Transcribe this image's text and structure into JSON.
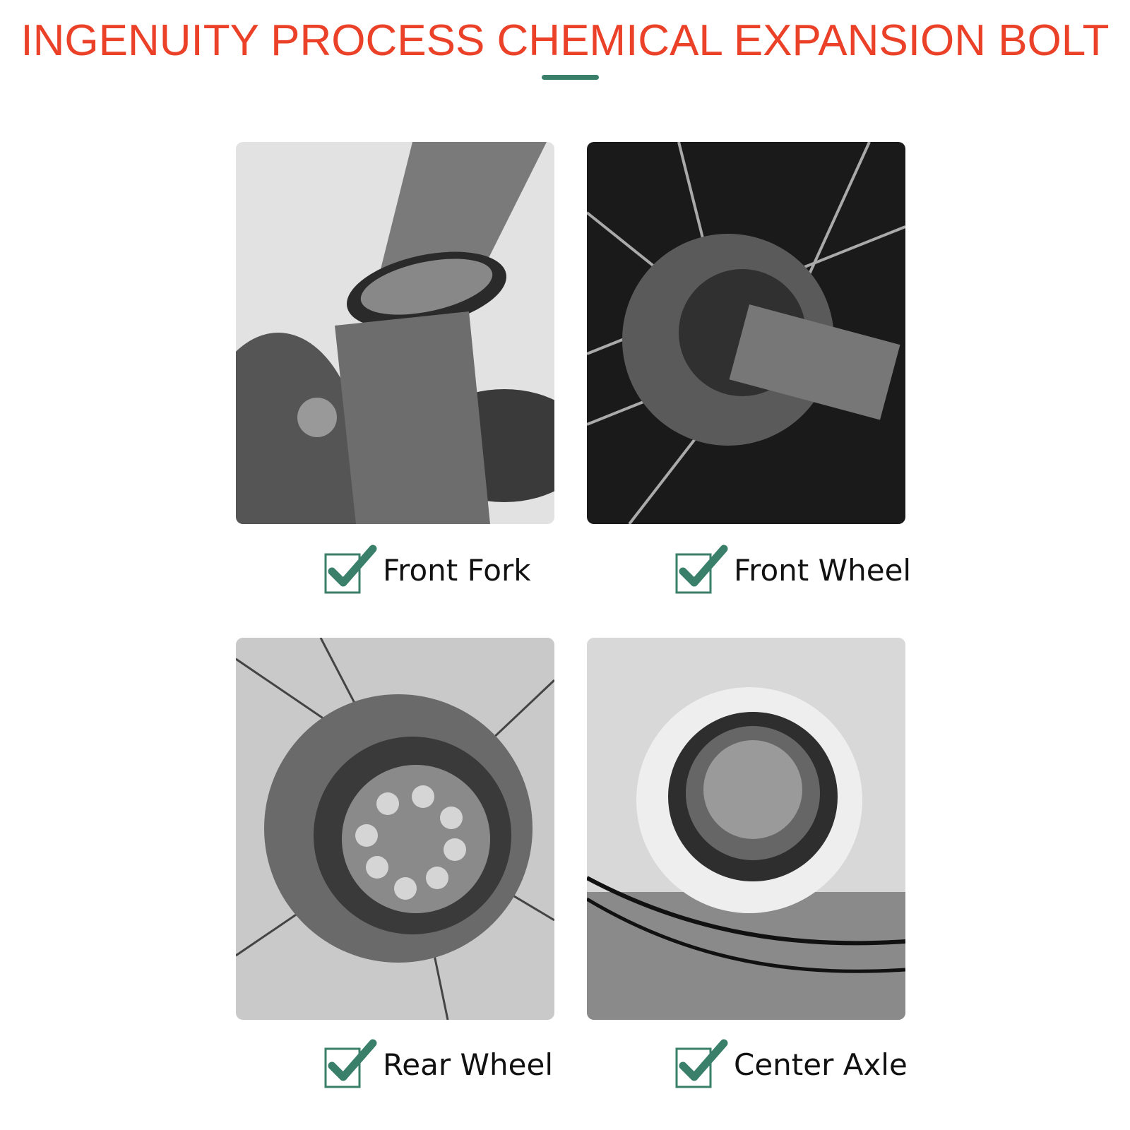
{
  "title": "INGENUITY PROCESS CHEMICAL EXPANSION BOLT",
  "accent_color": "#ea4128",
  "check_color": "#3a7f69",
  "panels": [
    {
      "label": "Front Fork",
      "icon": "checkbox-checked-icon"
    },
    {
      "label": "Front Wheel",
      "icon": "checkbox-checked-icon"
    },
    {
      "label": "Rear Wheel",
      "icon": "checkbox-checked-icon"
    },
    {
      "label": "Center Axle",
      "icon": "checkbox-checked-icon"
    }
  ]
}
